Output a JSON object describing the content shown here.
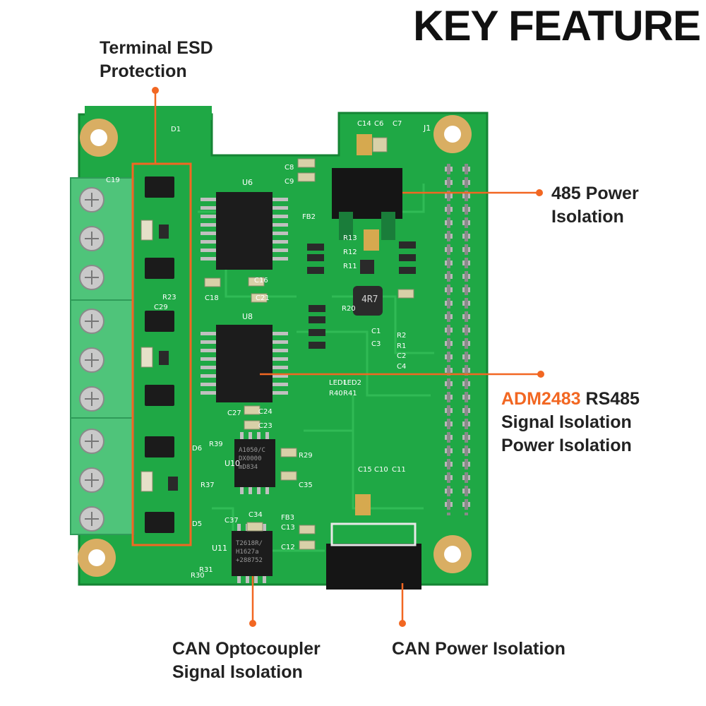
{
  "heading": "KEY FEATURE",
  "callouts": {
    "esd": {
      "line1": "Terminal ESD",
      "line2": "Protection"
    },
    "power485": {
      "line1": "485 Power",
      "line2": "Isolation"
    },
    "adm": {
      "chip": "ADM2483",
      "rest": " RS485",
      "line2": "Signal Isolation",
      "line3": "Power Isolation"
    },
    "can_opto": {
      "line1": "CAN Optocoupler",
      "line2": "Signal Isolation"
    },
    "can_power": {
      "line1": "CAN Power Isolation"
    }
  },
  "chip_marks": {
    "u6": "U6",
    "u8": "U8",
    "u10": "U10",
    "u11": "U11",
    "j1": "J1",
    "inductor": "4R7",
    "nxp_1": "A1050/C",
    "nxp_2": "DX0000",
    "nxp_3": "mD834",
    "opto_1": "T2618R/",
    "opto_2": "H1627a",
    "opto_3": "+288752"
  },
  "silkscreen": [
    "C18",
    "C21",
    "C16",
    "C27",
    "C24",
    "C23",
    "C13",
    "C12",
    "C15",
    "C10",
    "C11",
    "C14",
    "C6",
    "C7",
    "C8",
    "C9",
    "FB2",
    "FB3",
    "R39",
    "R29",
    "C35",
    "C34",
    "R37",
    "R31",
    "R30",
    "D1",
    "C1",
    "C3",
    "R2",
    "R1",
    "C2",
    "C4",
    "LED2",
    "LED1",
    "R41",
    "R40",
    "R20",
    "R13",
    "R12",
    "R11",
    "R23",
    "C29",
    "D6",
    "D5",
    "C37",
    "C19"
  ],
  "colors": {
    "accent": "#f26722",
    "pcb": "#1fa845",
    "terminal": "#4fc47a",
    "text": "#222222"
  }
}
